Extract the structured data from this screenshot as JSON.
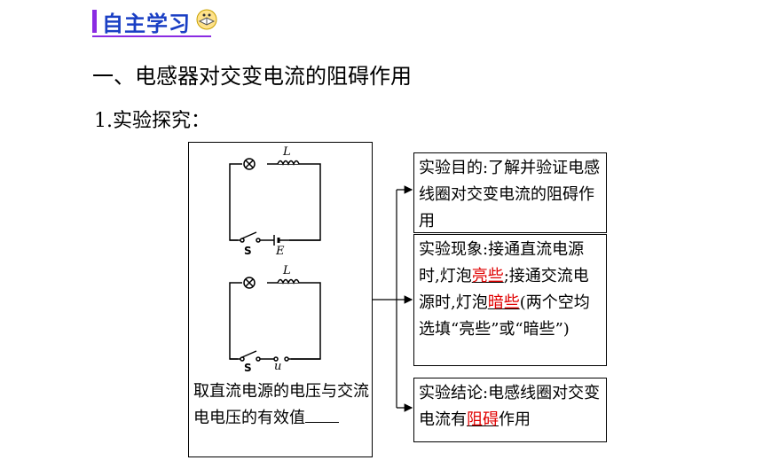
{
  "header": {
    "tab_title": "自主学习",
    "icon": "book-icon"
  },
  "section": {
    "title": "一、电感器对交变电流的阻碍作用"
  },
  "subsection": {
    "title": "1.实验探究："
  },
  "circuit": {
    "top": {
      "inductor_label": "L",
      "switch_label": "S",
      "source_label": "E"
    },
    "bottom": {
      "inductor_label": "L",
      "switch_label": "S",
      "source_label": "u"
    }
  },
  "left_caption": {
    "text": "取直流电源的电压与交流电电压的有效值"
  },
  "purpose": {
    "text": "实验目的:了解并验证电感线圈对交变电流的阻碍作用"
  },
  "phenomenon": {
    "p1": "实验现象:接通直流电源时,灯泡",
    "a1": "亮些",
    "p2": ";接通交流电源时,灯泡",
    "a2": "暗些",
    "p3": "(两个空均选填“亮些”或“暗些”)"
  },
  "conclusion": {
    "p1": "实验结论:电感线圈对交变电流有",
    "a1": "阻碍",
    "p2": "作用"
  },
  "colors": {
    "accent": "#1a3fc4",
    "bar": "#8a2be2",
    "answer": "#e00000"
  }
}
